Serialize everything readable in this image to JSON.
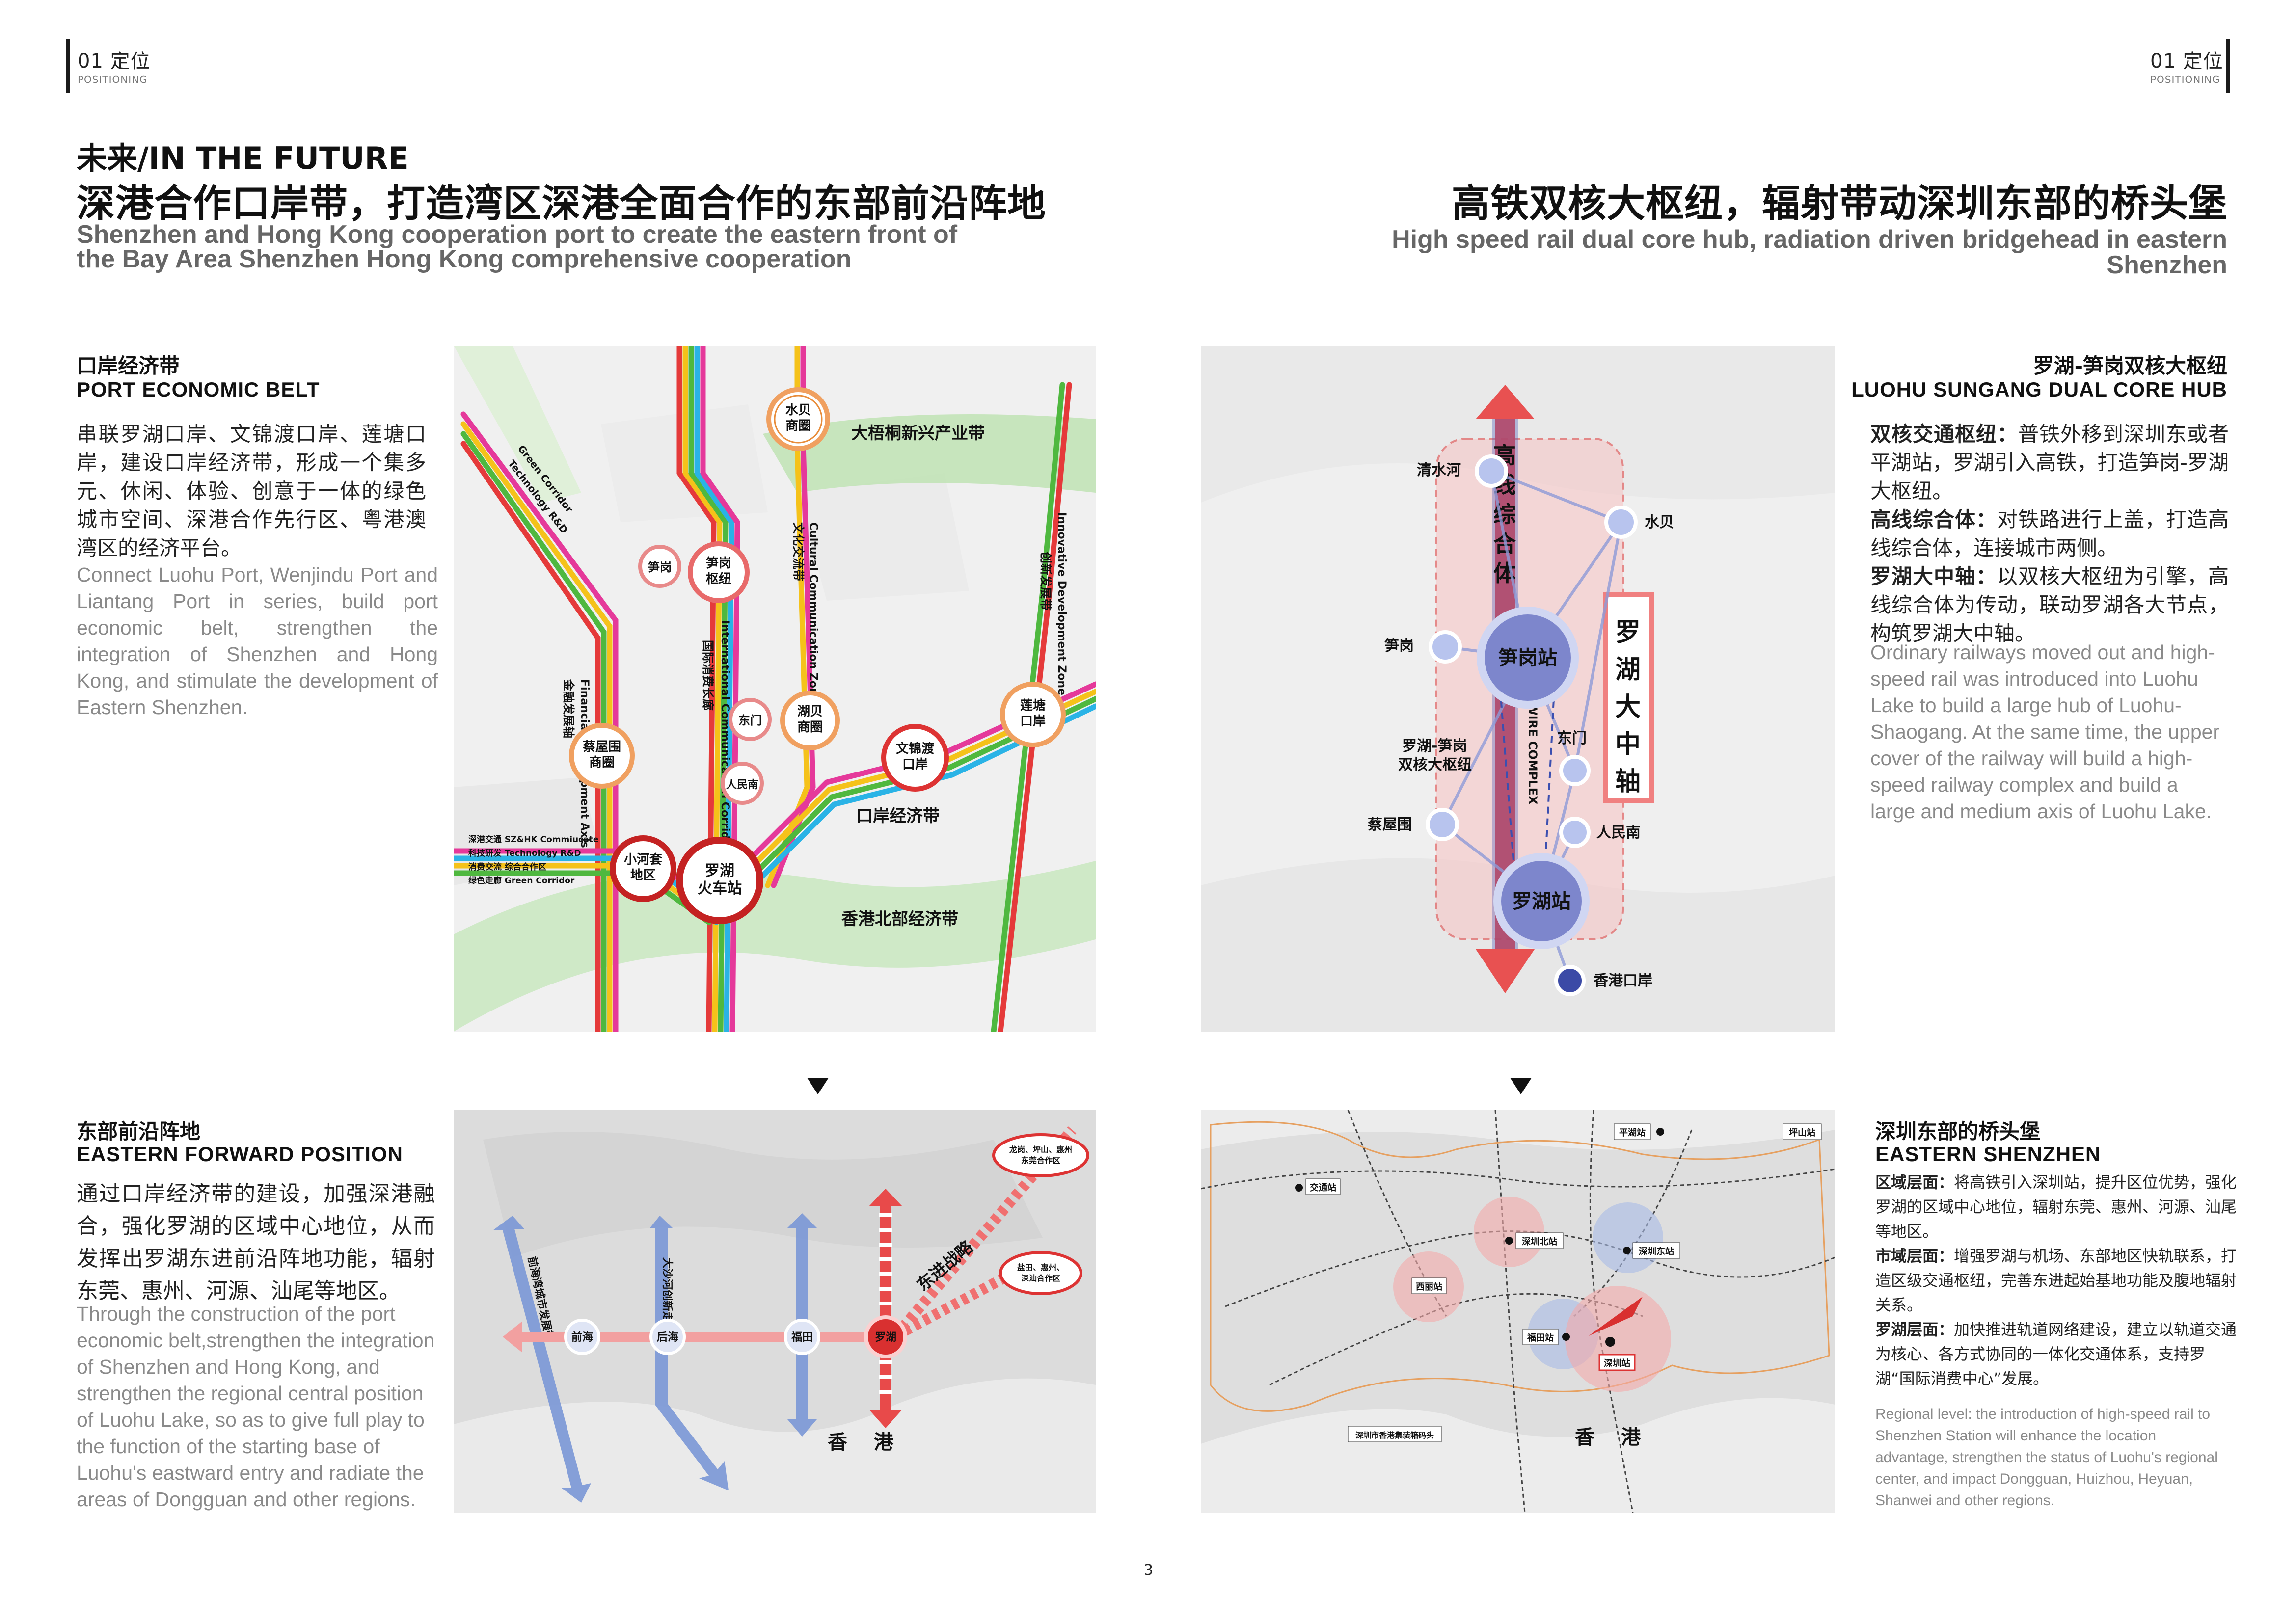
{
  "header": {
    "left_num": "01 定位",
    "left_en": "POSITIONING",
    "right_num": "01 定位",
    "right_en": "POSITIONING"
  },
  "left": {
    "title_small": "未来/IN THE FUTURE",
    "title_big": "深港合作口岸带，打造湾区深港全面合作的东部前沿阵地",
    "title_en_1": "Shenzhen and Hong Kong cooperation port to create the eastern front of",
    "title_en_2": "the Bay Area Shenzhen Hong Kong comprehensive cooperation"
  },
  "right": {
    "title_big": "高铁双核大枢纽，辐射带动深圳东部的桥头堡",
    "title_en_1": "High speed rail dual core hub, radiation driven bridgehead in eastern",
    "title_en_2": "Shenzhen"
  },
  "block1": {
    "title_cn": "口岸经济带",
    "title_en": "PORT ECONOMIC BELT",
    "body_cn": "串联罗湖口岸、文锦渡口岸、莲塘口岸，建设口岸经济带，形成一个集多元、休闲、体验、创意于一体的绿色城市空间、深港合作先行区、粤港澳湾区的经济平台。",
    "body_en": "Connect Luohu Port, Wenjindu Port and Liantang Port in series, build port economic belt, strengthen the integration of Shenzhen and Hong Kong, and stimulate the development of Eastern Shenzhen."
  },
  "block2": {
    "title_cn": "罗湖-笋岗双核大枢纽",
    "title_en": "LUOHU SUNGANG DUAL CORE HUB",
    "p1_bold": "双核交通枢纽：",
    "p1": "普铁外移到深圳东或者平湖站，罗湖引入高铁，打造笋岗-罗湖大枢纽。",
    "p2_bold": "高线综合体：",
    "p2": "对铁路进行上盖，打造高线综合体，连接城市两侧。",
    "p3_bold": "罗湖大中轴：",
    "p3": "以双核大枢纽为引擎，高线综合体为传动，联动罗湖各大节点，构筑罗湖大中轴。",
    "body_en": "Ordinary railways moved out and high-speed rail was introduced into Luohu Lake to build a large hub of Luohu-Shaogang. At the same time, the upper cover of the railway will build a high-speed railway complex and build a large and medium axis of Luohu Lake."
  },
  "block3": {
    "title_cn": "东部前沿阵地",
    "title_en": "EASTERN FORWARD POSITION",
    "body_cn": "通过口岸经济带的建设，加强深港融合，强化罗湖的区域中心地位，从而发挥出罗湖东进前沿阵地功能，辐射东莞、惠州、河源、汕尾等地区。",
    "body_en": "Through the construction of the port economic belt,strengthen the integration of Shenzhen and Hong Kong, and strengthen the regional central position of Luohu Lake, so as to give full play to the function of the starting base of Luohu's eastward entry and radiate the areas of Dongguan and other regions."
  },
  "block4": {
    "title_cn": "深圳东部的桥头堡",
    "title_en": "EASTERN SHENZHEN",
    "p1_bold": "区域层面：",
    "p1": "将高铁引入深圳站，提升区位优势，强化罗湖的区域中心地位，辐射东莞、惠州、河源、汕尾等地区。",
    "p2_bold": "市域层面：",
    "p2": "增强罗湖与机场、东部地区快轨联系，打造区级交通枢纽，完善东进起始基地功能及腹地辐射关系。",
    "p3_bold": "罗湖层面：",
    "p3": "加快推进轨道网络建设，建立以轨道交通为核心、各方式协同的一体化交通体系，支持罗湖“国际消费中心”发展。",
    "body_en": "Regional level: the introduction of high-speed rail to Shenzhen Station will enhance the location advantage, strengthen the status of Luohu's regional center, and impact Dongguan, Huizhou, Heyuan, Shanwei and other regions."
  },
  "map1": {
    "nodes": {
      "shuibei": "水贝商圈",
      "sungang": "笋岗",
      "sungang_hub": "笋岗枢纽",
      "dongmen": "东门",
      "hubei": "湖贝商圈",
      "caiwuwei": "蔡屋围商圈",
      "renminnan": "人民南",
      "wenjindu": "文锦渡口岸",
      "liantang": "莲塘口岸",
      "xiaohetao": "小河套地区",
      "luohu_station": "罗湖火车站"
    },
    "labels": {
      "dameisha": "大梧桐新兴产业带",
      "port_belt": "口岸经济带",
      "hk_north": "香港北部经济带",
      "financial": "Financial Development Axis",
      "financial_cn": "金融发展轴",
      "cultural": "Cultural Communication Zone",
      "cultural_cn": "文化交流带",
      "innovative": "Innovative Development Zone",
      "innovative_cn": "创新发展带",
      "international": "International Communication Corridors",
      "international_cn": "国际消费长廊",
      "green_corridor": "Green Corridor",
      "technology_rd": "Technology R&D",
      "leg1": "深港交通 SZ&HK Commiucate",
      "leg2": "科技研发 Technology R&D",
      "leg3": "消费交流 综合合作区",
      "leg4": "绿色走廊 Green Corridor"
    }
  },
  "map2": {
    "nodes": {
      "qingshuihe": "清水河",
      "shuibei": "水贝",
      "sungang": "笋岗",
      "sungang_station": "笋岗站",
      "dongmen": "东门",
      "caiwuwei": "蔡屋围",
      "renminnan": "人民南",
      "luohu_station": "罗湖站",
      "hk_port": "香港口岸"
    },
    "labels": {
      "high_line": "高线综合体",
      "axis": "罗湖大中轴",
      "hub_label_1": "罗湖-笋岗",
      "hub_label_2": "双核大枢纽",
      "high_wire": "HIGH WIRE COMPLEX"
    }
  },
  "map3": {
    "labels": {
      "qianhai": "前海",
      "houhai": "后海",
      "futian": "福田",
      "luohu": "罗湖",
      "east_strategy": "东进战略",
      "tag1": "龙岗、坪山、惠州东莞合作区",
      "tag2": "盐田、惠州、深汕合作区",
      "hk_a": "香",
      "hk_b": "港",
      "axis1": "前海湾城市发展带",
      "axis2": "大沙河创新走廊"
    }
  },
  "map4": {
    "labels": {
      "jiaoyun": "交通站",
      "pinghu": "平湖站",
      "pingshan": "坪山站",
      "shenzhen_north": "深圳北站",
      "shenzhen_east": "深圳东站",
      "xili": "西丽站",
      "futian": "福田站",
      "shenzhen": "深圳站",
      "sz_hk_port": "深圳市香港集装箱码头",
      "hk_a": "香",
      "hk_b": "港"
    }
  },
  "footer": {
    "page_num": "3"
  }
}
